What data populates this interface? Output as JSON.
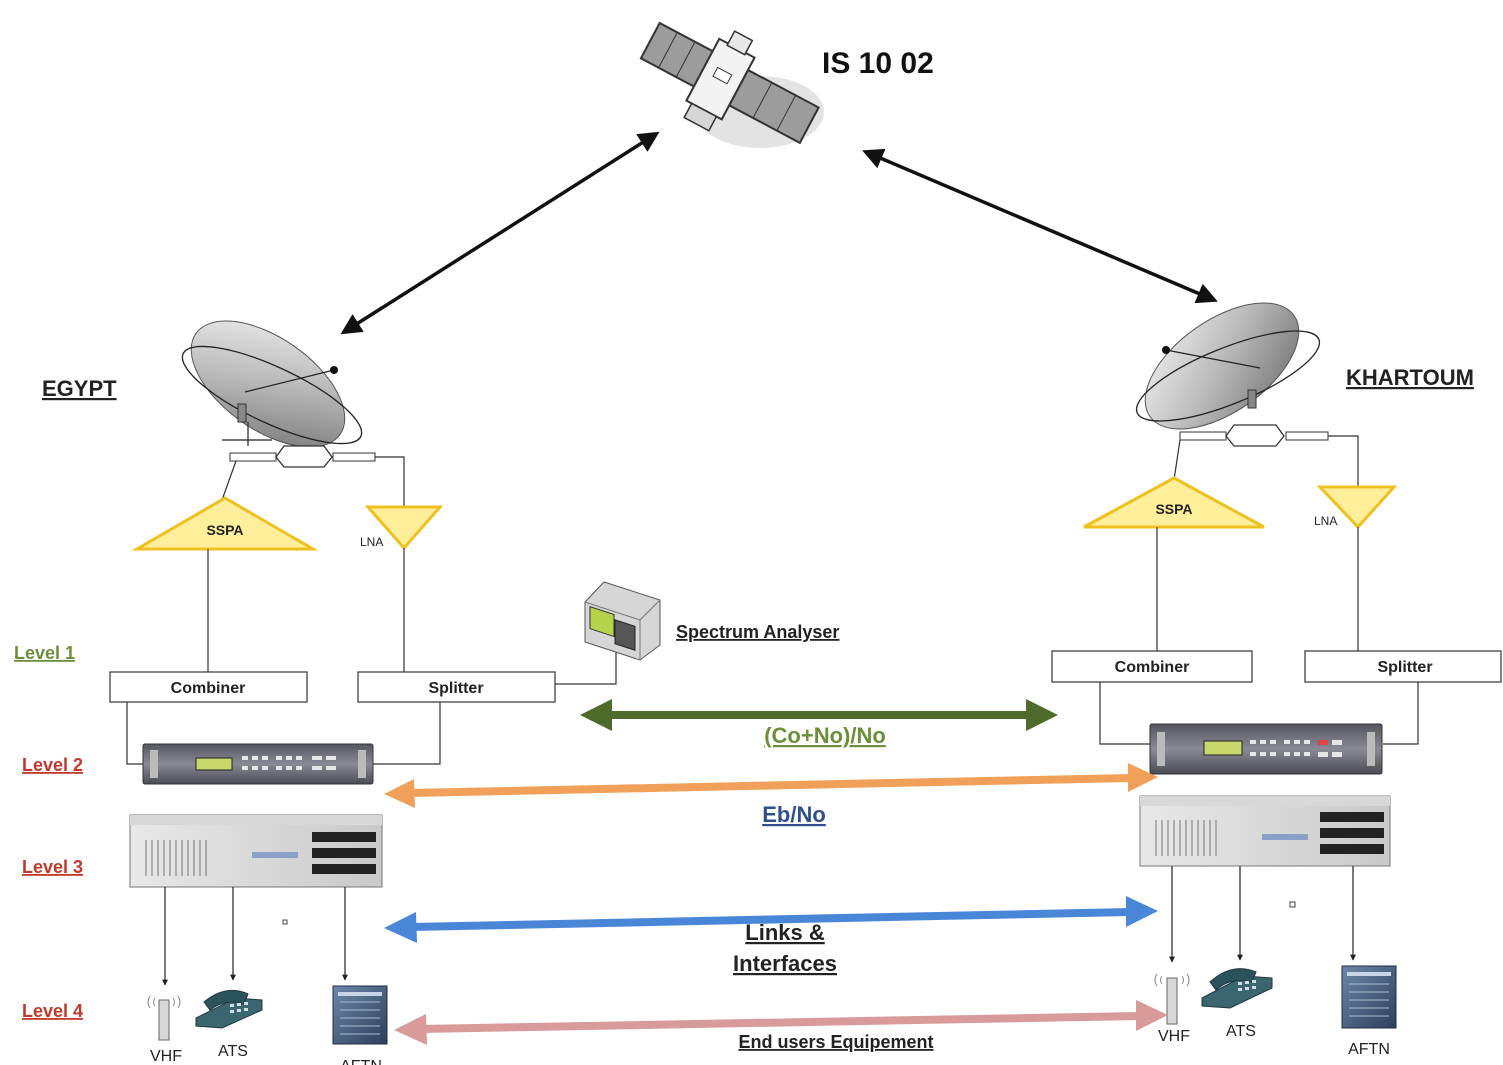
{
  "satellite": {
    "label": "IS 10 02"
  },
  "sites": {
    "left": {
      "name": "EGYPT"
    },
    "right": {
      "name": "KHARTOUM"
    }
  },
  "levels": [
    "Level 1",
    "Level 2",
    "Level 3",
    "Level 4"
  ],
  "blocks": {
    "sspa": "SSPA",
    "lna": "LNA",
    "combiner": "Combiner",
    "splitter": "Splitter",
    "spectrum_analyser": "Spectrum Analyser"
  },
  "links": {
    "level1": "(Co+No)/No",
    "level2": "Eb/No",
    "level3_line1": "Links &",
    "level3_line2": "Interfaces",
    "level4": "End users Equipement"
  },
  "end_users": {
    "vhf": "VHF",
    "ats": "ATS",
    "aftn": "AFTN"
  },
  "colors": {
    "level1_text": "#6b8f3a",
    "level_red": "#c0392b",
    "arrow_level1": "#4f6b2c",
    "arrow_level2": "#f0a058",
    "arrow_level3": "#4a86d8",
    "arrow_level4": "#d99a9a",
    "link_text_blue": "#2f4f8f",
    "amp_fill": "#ffef9a",
    "amp_stroke": "#f0c020"
  }
}
